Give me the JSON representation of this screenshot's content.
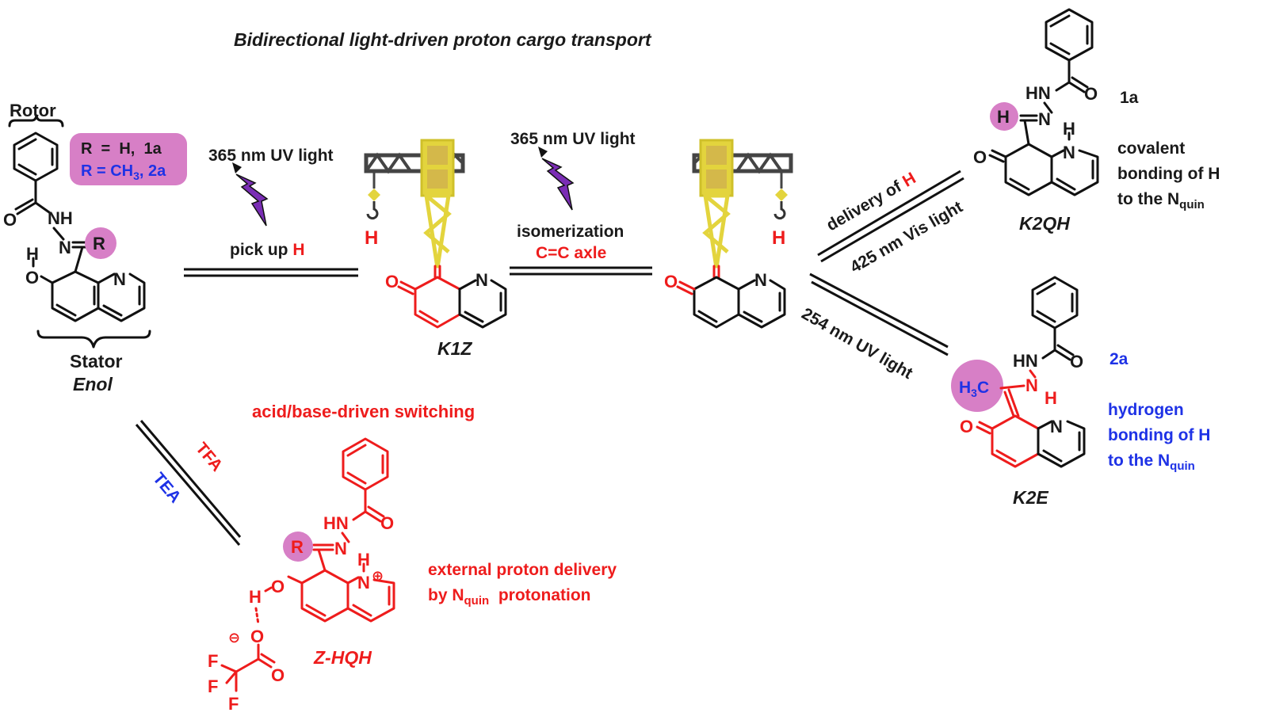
{
  "title": "Bidirectional light-driven proton cargo transport",
  "colors": {
    "black": "#1a1a1a",
    "red": "#ee1c1c",
    "blue": "#1e32e6",
    "pink": "#d77fc6",
    "crane_gray": "#444444",
    "crane_yellow": "#e3d43d",
    "bolt": "#7a2db5"
  },
  "rotor_label": "Rotor",
  "stator_label": "Stator",
  "enol_label": "Enol",
  "legend": {
    "line1": "R  =  H,  1a",
    "line2_prefix": "R = CH",
    "line2_sub": "3",
    "line2_suffix": ", 2a"
  },
  "steps": {
    "uv1": "365 nm UV light",
    "pickup_prefix": "pick up ",
    "pickup_h": "H",
    "uv2": "365 nm UV light",
    "isomerization": "isomerization",
    "axle": "C=C axle",
    "delivery_prefix": "delivery of ",
    "delivery_h": "H",
    "vis": "425 nm Vis light",
    "uv254": "254 nm UV light",
    "tfa": "TFA",
    "tea": "TEA"
  },
  "compounds": {
    "k1z": "K1Z",
    "k2qh": "K2QH",
    "k2e": "K2E",
    "zhqh": "Z-HQH"
  },
  "notes": {
    "cmp1a": "1a",
    "covalent1": "covalent",
    "covalent2": "bonding of H",
    "covalent3_prefix": "to the N",
    "covalent3_sub": "quin",
    "cmp2a": "2a",
    "hbond1": "hydrogen",
    "hbond2": "bonding of H",
    "hbond3_prefix": "to the N",
    "hbond3_sub": "quin",
    "acidbase": "acid/base-driven switching",
    "ext1": "external proton delivery",
    "ext2_prefix": "by N",
    "ext2_sub": "quin",
    "ext2_suffix": "  protonation"
  },
  "atoms": {
    "o": "O",
    "n": "N",
    "h": "H",
    "r": "R",
    "hn": "HN",
    "nh": "NH",
    "f": "F",
    "ch3_prefix": "H",
    "ch3_sub": "3",
    "ch3_suffix": "C",
    "plus": "⊕",
    "minus": "⊖"
  }
}
